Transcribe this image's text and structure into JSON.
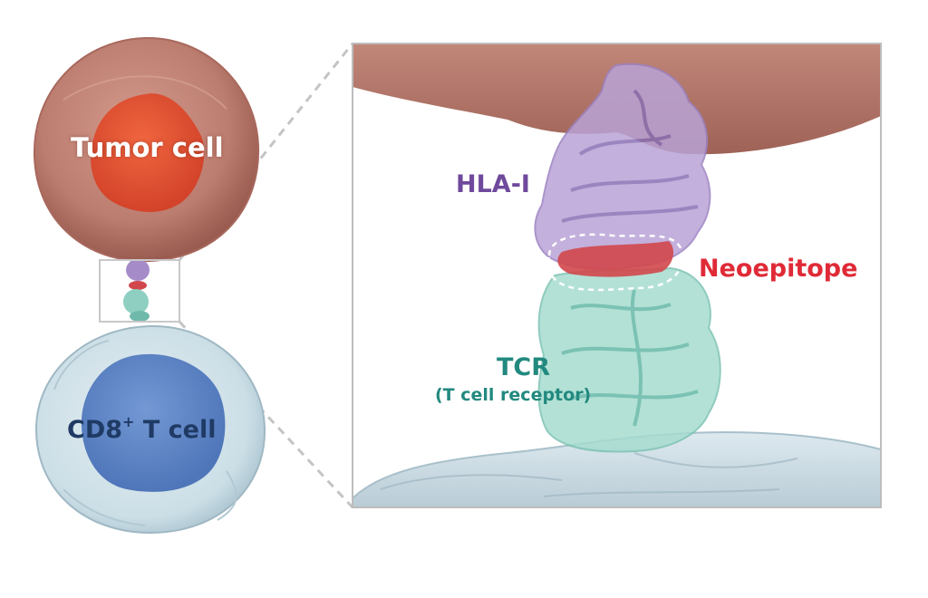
{
  "labels": {
    "tumor_cell": "Tumor cell",
    "t_cell_main": "CD8",
    "t_cell_sup": "+",
    "t_cell_rest": " T cell",
    "hla": "HLA-I",
    "neoepitope": "Neoepitope",
    "tcr": "TCR",
    "tcr_full": "(T cell receptor)"
  },
  "colors": {
    "tumor_membrane": "#b8786b",
    "tumor_nucleus": "#e0522f",
    "tcell_membrane": "#c9dde6",
    "tcell_nucleus": "#5f86c8",
    "hla_purple": "#a58cc9",
    "neoepitope_red": "#e02a37",
    "tcr_teal": "#8fd0c3",
    "zoom_frame": "#bdbdbd"
  }
}
